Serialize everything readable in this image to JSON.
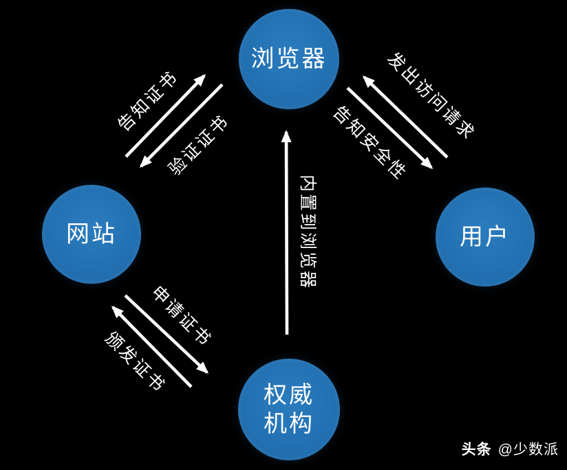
{
  "colors": {
    "background": "#000000",
    "node_fill": "#2271b3",
    "arrow": "#ffffff",
    "text": "#ffffff"
  },
  "nodes": {
    "browser": {
      "label": "浏览器"
    },
    "website": {
      "label": "网站"
    },
    "user": {
      "label": "用户"
    },
    "authority": {
      "label": "权威\n机构"
    }
  },
  "edges": {
    "website_to_browser": {
      "label": "告知证书"
    },
    "browser_to_website": {
      "label": "验证证书"
    },
    "user_to_browser": {
      "label": "发出访问请求"
    },
    "browser_to_user": {
      "label": "告知安全性"
    },
    "authority_to_browser": {
      "label": "内置到浏览器"
    },
    "website_to_authority": {
      "label": "申请证书"
    },
    "authority_to_website": {
      "label": "颁发证书"
    }
  },
  "watermark": {
    "brand": "头条",
    "handle": "@少数派"
  }
}
